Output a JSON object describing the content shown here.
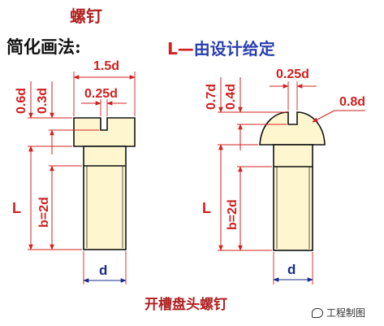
{
  "title": "螺钉",
  "method_label": "简化画法:",
  "l_note": {
    "symbol": "L",
    "dash": "—",
    "rest": "由设计给定"
  },
  "caption": "开槽盘头螺钉",
  "watermark": "工程制图",
  "left_screw": {
    "head_width": "1.5d",
    "slot_width": "0.25d",
    "head_height": "0.6d",
    "slot_depth": "0.3d",
    "length": "L",
    "thread_length": "b=2d",
    "diameter": "d"
  },
  "right_screw": {
    "slot_width": "0.25d",
    "head_radius": "0.8d",
    "head_height": "0.7d",
    "slot_depth": "0.4d",
    "length": "L",
    "thread_length": "b=2d",
    "diameter": "d"
  },
  "colors": {
    "dimension": "#d02020",
    "outline": "#111111",
    "fill": "#fdf6cf",
    "text_blue": "#2a3fae"
  }
}
